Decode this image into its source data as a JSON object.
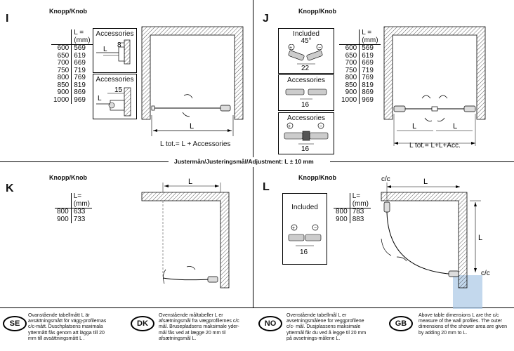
{
  "knob_label": "Knopp/Knob",
  "letters": {
    "i": "I",
    "j": "J",
    "k": "K",
    "l": "L"
  },
  "table_header": {
    "l1": "L =",
    "l2": "(mm)"
  },
  "table_header_k": {
    "l1": "L=",
    "l2": "(mm)"
  },
  "table_i": [
    [
      "600",
      "569"
    ],
    [
      "650",
      "619"
    ],
    [
      "700",
      "669"
    ],
    [
      "750",
      "719"
    ],
    [
      "800",
      "769"
    ],
    [
      "850",
      "819"
    ],
    [
      "900",
      "869"
    ],
    [
      "1000",
      "969"
    ]
  ],
  "table_k": [
    [
      "800",
      "633"
    ],
    [
      "900",
      "733"
    ]
  ],
  "table_l": [
    [
      "800",
      "783"
    ],
    [
      "900",
      "883"
    ]
  ],
  "accessories": "Accessories",
  "included": "Included",
  "dims": {
    "eight": "8",
    "fifteen": "15",
    "sixteen": "16",
    "twentytwo": "22",
    "angle": "45°",
    "L": "L",
    "cc": "c/c"
  },
  "formula_i": "L tot.= L + Accessories",
  "formula_j": "L tot.= L+L+Acc.",
  "adjustment": "Justermån/Justeringsmål/Adjustment: L ± 10 mm",
  "langs": {
    "se": {
      "badge": "SE",
      "text": "Ovanstående tabellmått L är avsättningsmått för vägg-profilernas c/c-mått. Duschplatsens maximala yttermått fås genom att lägga till 20 mm till avsättningsmått L ."
    },
    "dk": {
      "badge": "DK",
      "text": "Ovenstående måltabeller L er afsætningsmål fra vægprofilernes c/c mål. Bruseplads­ens maksimale yder- mål fås ved at lægge 20 mm til afsætningsmål L."
    },
    "no": {
      "badge": "NO",
      "text": "Ovenstående tabellmål L er avsetningsmålene for veggprofilene c/c- mål. Dusjplassens maksimale yttermål får du ved å legge til 20 mm på avsetnings-målene L."
    },
    "gb": {
      "badge": "GB",
      "text": "Above table dimensions L are the c/c measure of the wall profiles. The outer dimensions of the shower area are given by adding 20 mm to L."
    }
  },
  "colors": {
    "line": "#000000",
    "hatch": "#333333",
    "accent_blue": "#aac8e6"
  }
}
